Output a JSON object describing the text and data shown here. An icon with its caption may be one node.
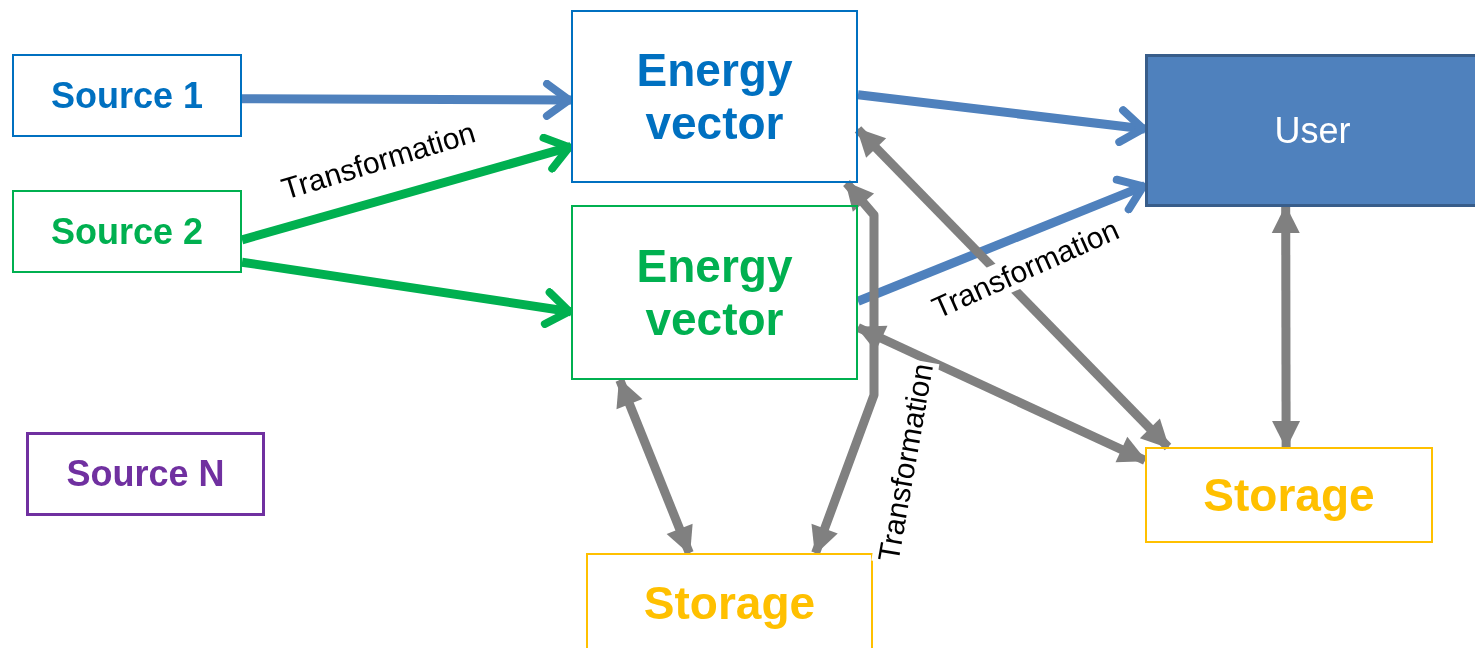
{
  "diagram": {
    "nodes": [
      {
        "text": [
          "Source 1"
        ]
      },
      {
        "text": [
          "Source 2"
        ]
      },
      {
        "text": [
          "Source N"
        ]
      },
      {
        "text": [
          "Energy vector"
        ]
      },
      {
        "text": [
          "Energy vector"
        ]
      },
      {
        "text": [
          "User"
        ]
      },
      {
        "text": [
          "Storage"
        ]
      },
      {
        "text": [
          "Storage"
        ]
      }
    ],
    "edges": [
      {
        "from": 0,
        "to": 3,
        "arrow": "to",
        "color": "#4f81bd"
      },
      {
        "from": 1,
        "to": 3,
        "arrow": "to",
        "color": "#00b050",
        "label": "Transformation"
      },
      {
        "from": 1,
        "to": 4,
        "arrow": "to",
        "color": "#00b050"
      },
      {
        "from": 3,
        "to": 5,
        "arrow": "to",
        "color": "#4f81bd"
      },
      {
        "from": 4,
        "to": 5,
        "arrow": "to",
        "color": "#4f81bd",
        "label": "Transformation"
      },
      {
        "from": 3,
        "to": 6,
        "arrow": "both"
      },
      {
        "from": 4,
        "to": 6,
        "arrow": "both"
      },
      {
        "from": 4,
        "to": 7,
        "arrow": "both"
      },
      {
        "from": 7,
        "to": 3,
        "arrow": "both",
        "label": "Transformation"
      },
      {
        "from": 5,
        "to": 6,
        "arrow": "both"
      }
    ]
  }
}
